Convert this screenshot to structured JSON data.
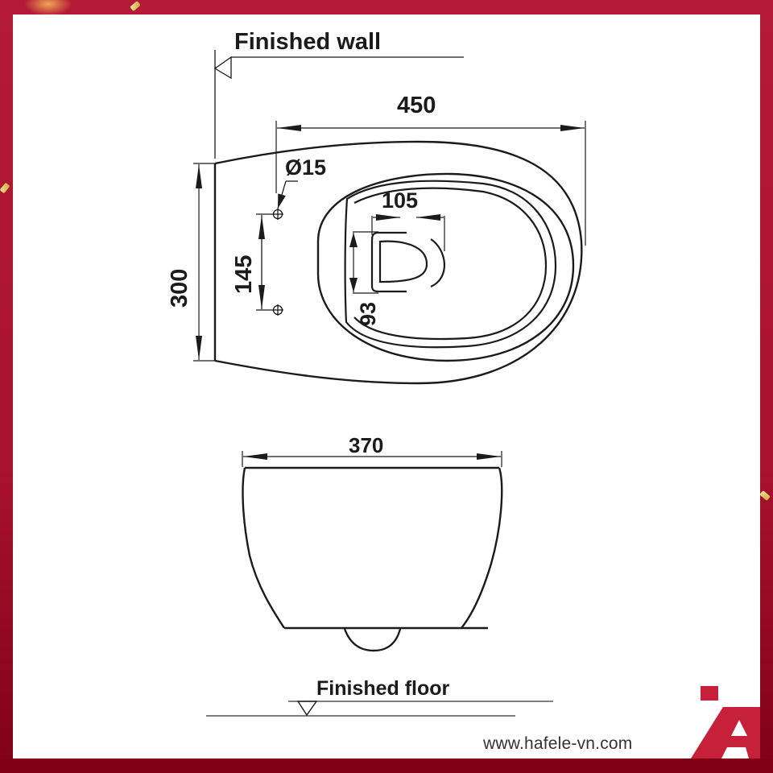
{
  "diagram": {
    "subject": "Wall-hung toilet dimension drawing",
    "top_view": {
      "labels": {
        "finished_wall": "Finished wall",
        "overall_length": "450",
        "overall_width": "300",
        "hole_diameter": "Ø15",
        "hole_spacing": "145",
        "outlet_width": "105",
        "outlet_depth": "93"
      }
    },
    "side_view": {
      "labels": {
        "top_width": "370",
        "finished_floor": "Finished floor"
      }
    },
    "units": "mm"
  },
  "branding": {
    "website": "www.hafele-vn.com",
    "logo": "hafele-logo-icon",
    "accent_color": "#c6203a",
    "frame_color": "#b01830",
    "frame_dark_color": "#7f0015"
  }
}
